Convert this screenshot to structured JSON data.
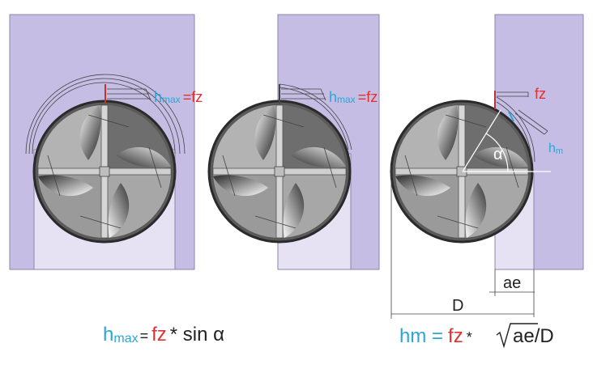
{
  "colors": {
    "workpiece": "#c5bde4",
    "workpiece_light": "#e6e1f3",
    "outline": "#8a86a8",
    "tool_dark": "#3c3c3c",
    "label_blue": "#2aa6d8",
    "label_red": "#e23030",
    "text_dark": "#222222"
  },
  "panels": {
    "left": {
      "h_sym": "h",
      "h_sub": "max",
      "eq": "=",
      "fz": "fz"
    },
    "middle": {
      "h_sym": "h",
      "h_sub": "max",
      "eq": "=",
      "fz": "fz"
    },
    "right": {
      "fz": "fz",
      "hm_sym": "h",
      "hm_sub": "m",
      "alpha": "α",
      "ae": "ae",
      "d": "D"
    }
  },
  "formulas": {
    "hmax": {
      "h": "h",
      "sub": "max",
      "eq": "=",
      "fz": "fz",
      "rest": "* sin α"
    },
    "hm": {
      "hm": "hm =",
      "fz": "fz",
      "star": "*",
      "radicand": "ae/D"
    }
  }
}
